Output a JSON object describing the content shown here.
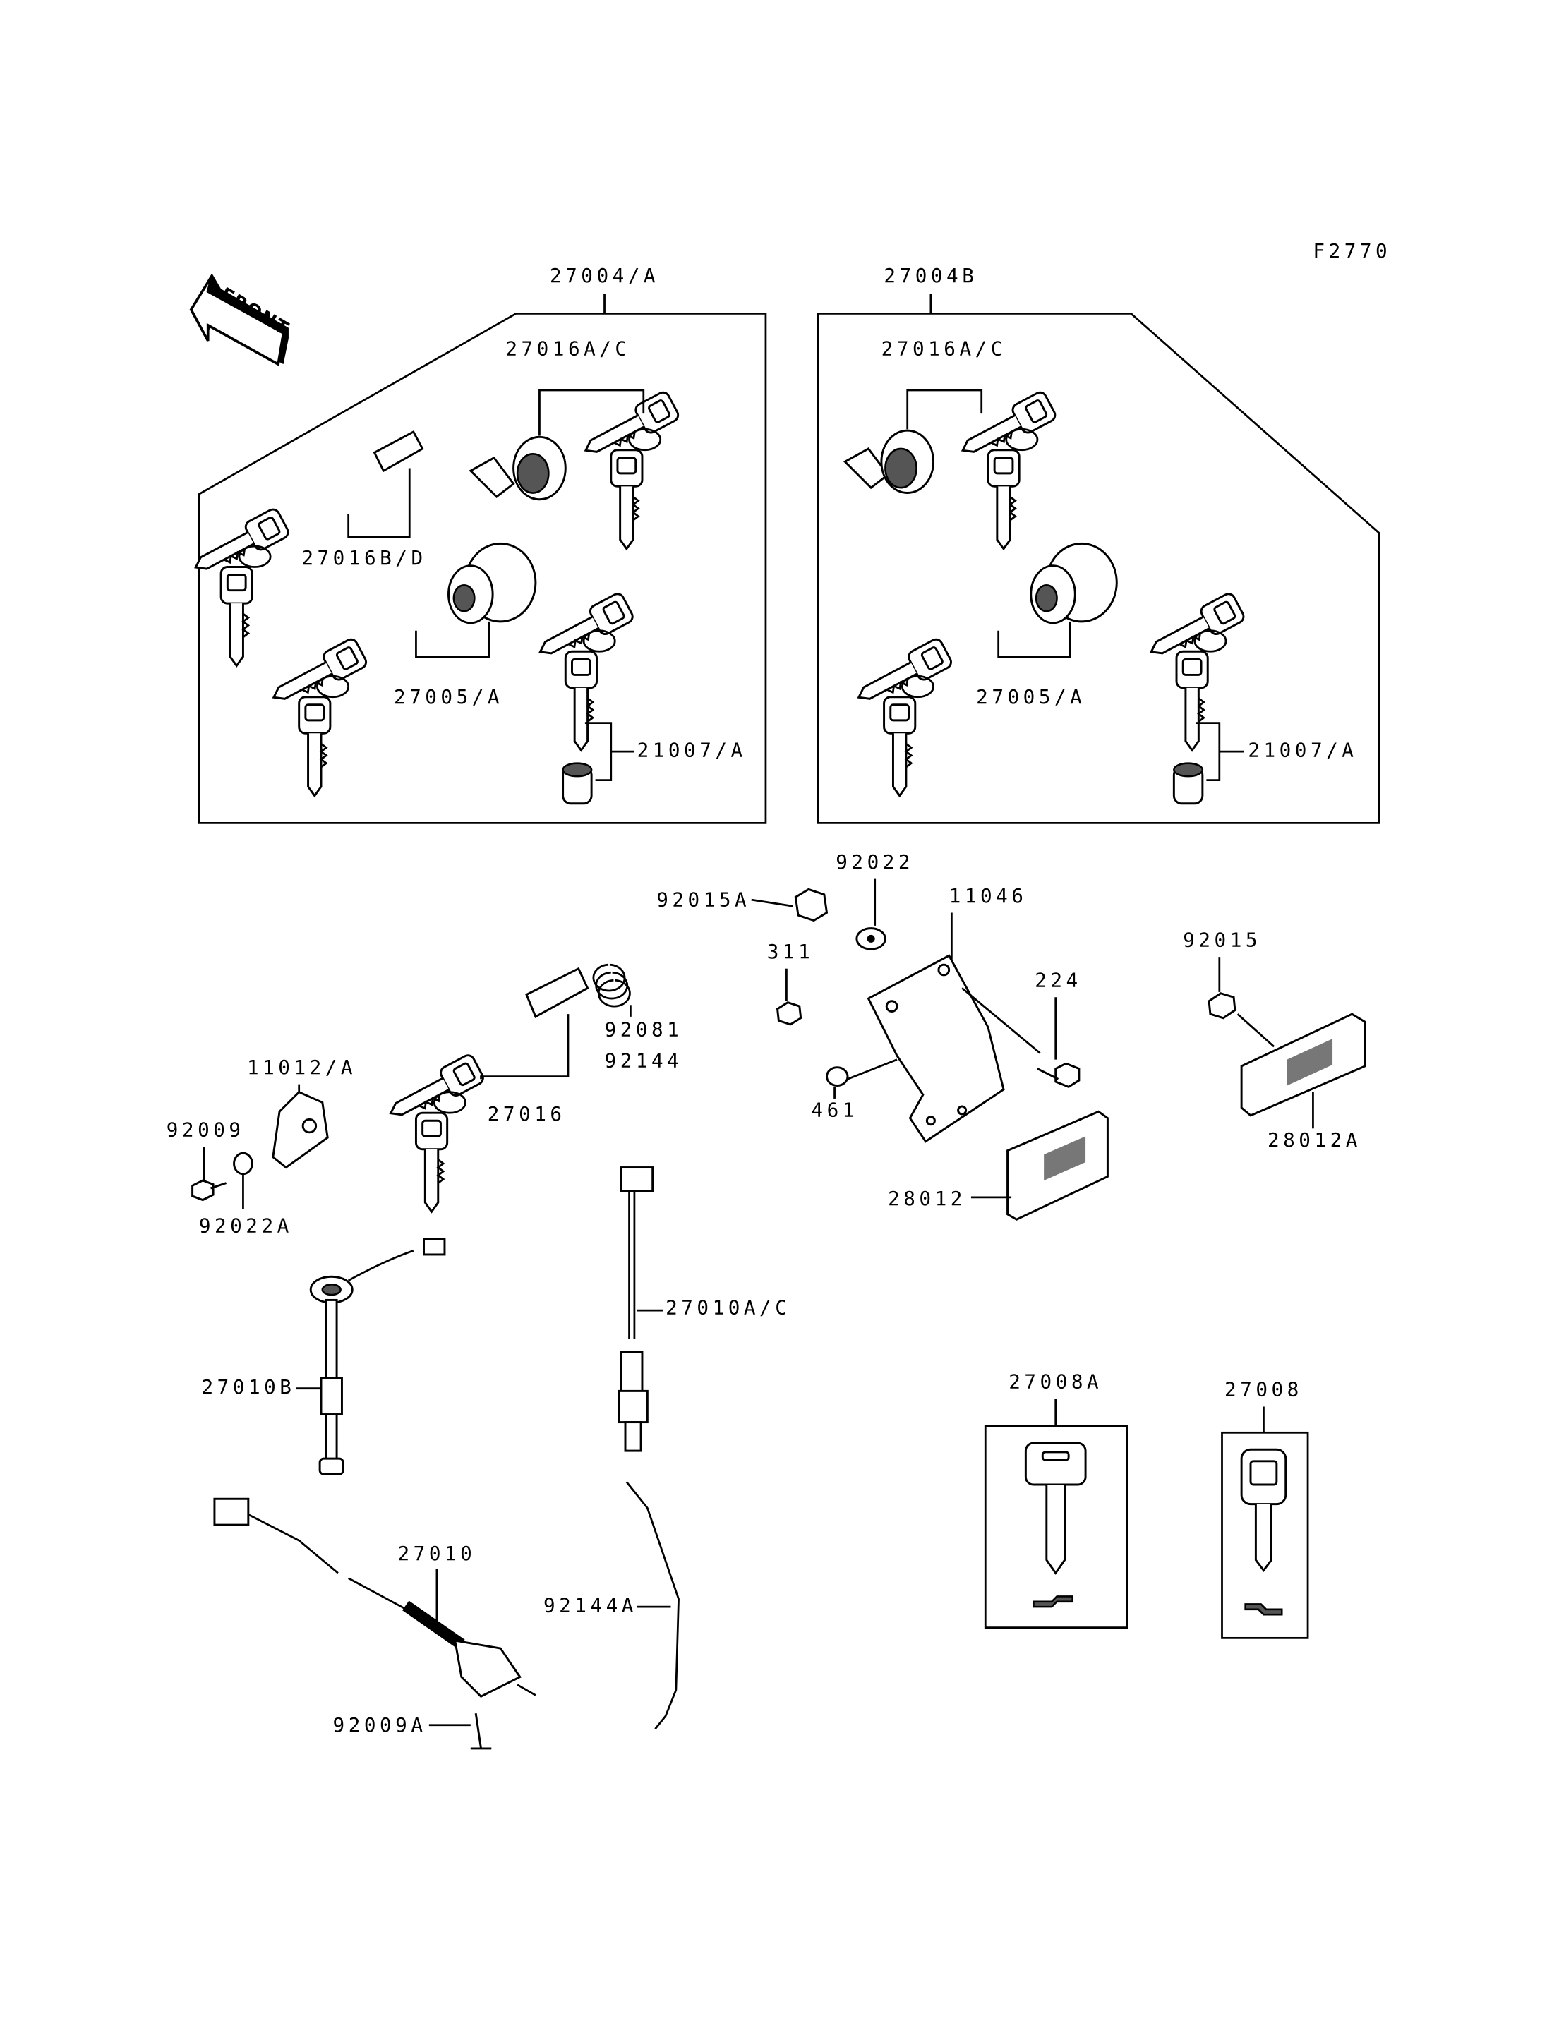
{
  "diagram": {
    "figure_code": "F2770",
    "front_arrow": "FRONT",
    "colors": {
      "ink": "#000000",
      "paper": "#ffffff"
    },
    "labels": {
      "set_a": "27004/A",
      "set_b": "27004B",
      "a_27016ac": "27016A/C",
      "a_27016bd": "27016B/D",
      "a_27005a": "27005/A",
      "a_21007a": "21007/A",
      "b_27016ac": "27016A/C",
      "b_27005a": "27005/A",
      "b_21007a": "21007/A",
      "p92015a": "92015A",
      "p92022": "92022",
      "p11046": "11046",
      "p311": "311",
      "p224": "224",
      "p461": "461",
      "p92081": "92081",
      "p92144": "92144",
      "p11012a": "11012/A",
      "p27016": "27016",
      "p92009": "92009",
      "p92022a": "92022A",
      "p28012": "28012",
      "p92015": "92015",
      "p28012a": "28012A",
      "p27010ac": "27010A/C",
      "p27010b": "27010B",
      "p27008a": "27008A",
      "p27008": "27008",
      "p27010": "27010",
      "p92144a": "92144A",
      "p92009a": "92009A"
    }
  }
}
